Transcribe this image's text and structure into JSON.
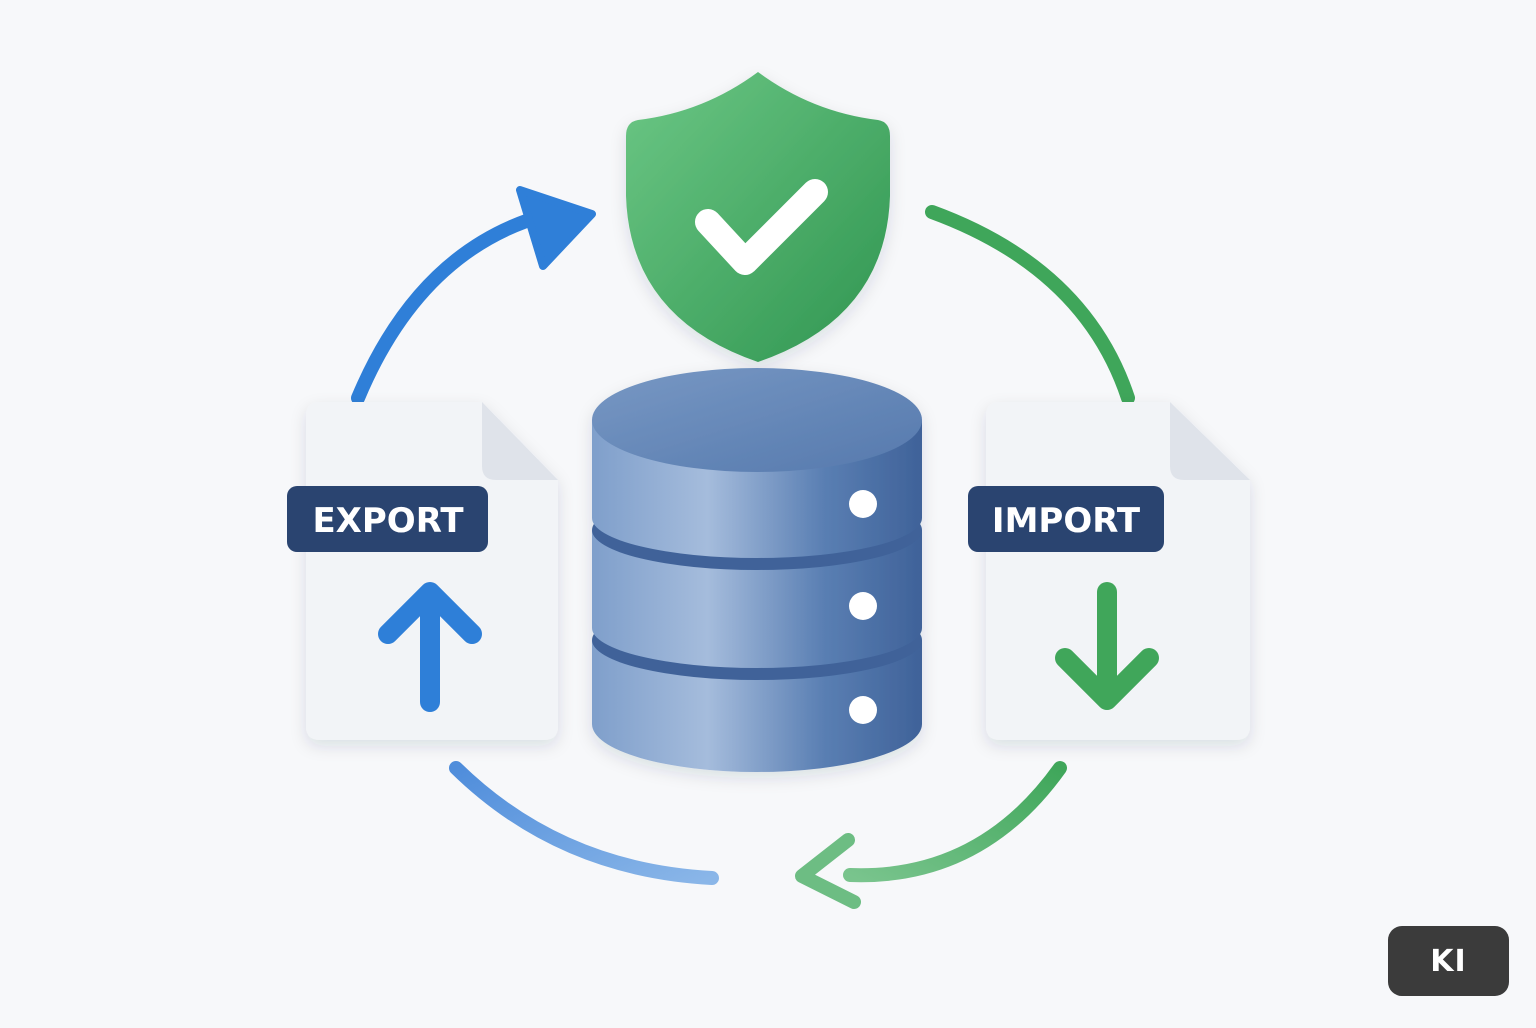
{
  "diagram": {
    "export_doc": {
      "label": "EXPORT",
      "arrow_icon": "arrow-up-icon"
    },
    "import_doc": {
      "label": "IMPORT",
      "arrow_icon": "arrow-down-icon"
    },
    "center": {
      "shield_icon": "shield-check-icon",
      "database_icon": "database-icon"
    },
    "colors": {
      "export_blue": "#2f7fd8",
      "import_green": "#3fa65a",
      "database": "#5b82b8",
      "label_bg": "#2a4470",
      "document": "#f2f4f7"
    }
  },
  "badge": {
    "text": "KI"
  }
}
